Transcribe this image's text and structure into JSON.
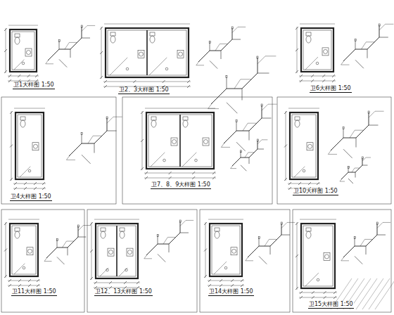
{
  "diagram": {
    "labels": [
      "卫1大样图 1:50",
      "卫2、3大样图 1:50",
      "卫6大样图 1:50",
      "卫4大样图 1:50",
      "卫7、8、9大样图 1:50",
      "卫10大样图 1:50",
      "卫11大样图 1:50",
      "卫12、13大样图 1:50",
      "卫14大样图 1:50",
      "卫15大样图 1:50"
    ]
  }
}
